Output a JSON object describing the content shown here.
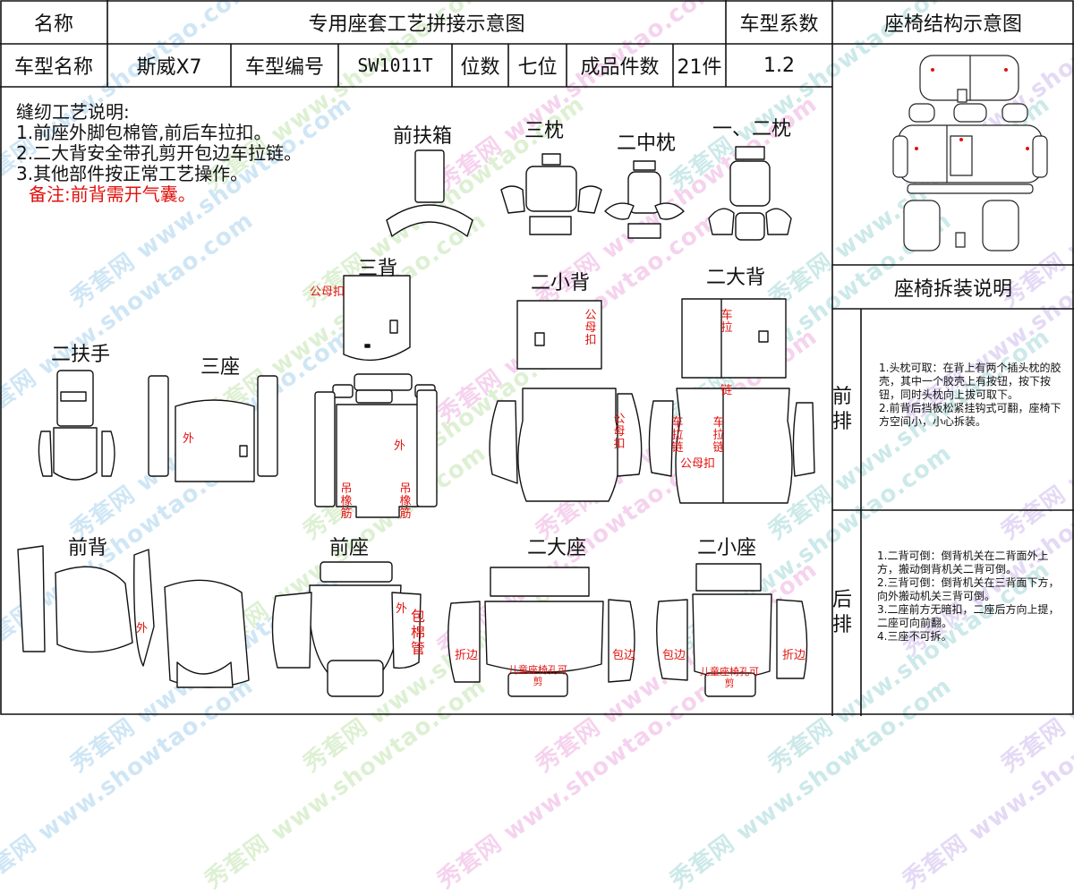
{
  "header": {
    "name_label": "名称",
    "title": "专用座套工艺拼接示意图",
    "coef_label": "车型系数",
    "structure_label": "座椅结构示意图"
  },
  "info": {
    "model_name_label": "车型名称",
    "model_name": "斯威X7",
    "model_no_label": "车型编号",
    "model_no": "SW1011T",
    "seats_label": "位数",
    "seats": "七位",
    "pieces_label": "成品件数",
    "pieces": "21件",
    "coef": "1.2"
  },
  "notes": {
    "title": "缝纫工艺说明:",
    "items": [
      "1.前座外脚包棉管,前后车拉扣。",
      "2.二大背安全带孔剪开包边车拉链。",
      "3.其他部件按正常工艺操作。"
    ],
    "remark": "备注:前背需开气囊。"
  },
  "parts": {
    "front_armrest_box": "前扶箱",
    "third_pillow": "三枕",
    "second_mid_pillow": "二中枕",
    "first_second_pillow": "一、二枕",
    "third_back": "三背",
    "second_small_back": "二小背",
    "second_large_back": "二大背",
    "second_armrest": "二扶手",
    "third_seat": "三座",
    "front_back": "前背",
    "front_seat": "前座",
    "second_large_seat": "二大座",
    "second_small_seat": "二小座"
  },
  "annotations": {
    "snap_button": "公母扣",
    "outer": "外",
    "hanging_elastic": "吊橡筋",
    "car_pull": "车拉",
    "chain": "链",
    "zipper_car": "车拉链",
    "wrap_cotton_tube": "包棉管",
    "folded_edge": "折边",
    "wrap_edge": "包边",
    "child_seat_hole": "儿童座椅孔可剪"
  },
  "side": {
    "disassembly_title": "座椅拆装说明",
    "front_row_label": "前排",
    "front_row_text": "1.头枕可取：在背上有两个插头枕的胶壳，其中一个胶壳上有按钮，按下按钮，同时头枕向上拔可取下。\n2.前背后挡板松紧挂钩式可翻，座椅下方空间小，小心拆装。",
    "rear_row_label": "后排",
    "rear_row_text": "1.二背可倒：倒背机关在二背面外上方，搬动倒背机关二背可倒。\n2.三背可倒：倒背机关在三背面下方，向外搬动机关三背可倒。\n3.二座前方无暗扣，二座后方向上提，二座可向前翻。\n4.三座不可拆。"
  },
  "watermark": {
    "text_cn": "秀套网",
    "text_url": "www.showtao.com"
  },
  "colors": {
    "annotation_red": "#e0120e",
    "line": "#111111"
  }
}
